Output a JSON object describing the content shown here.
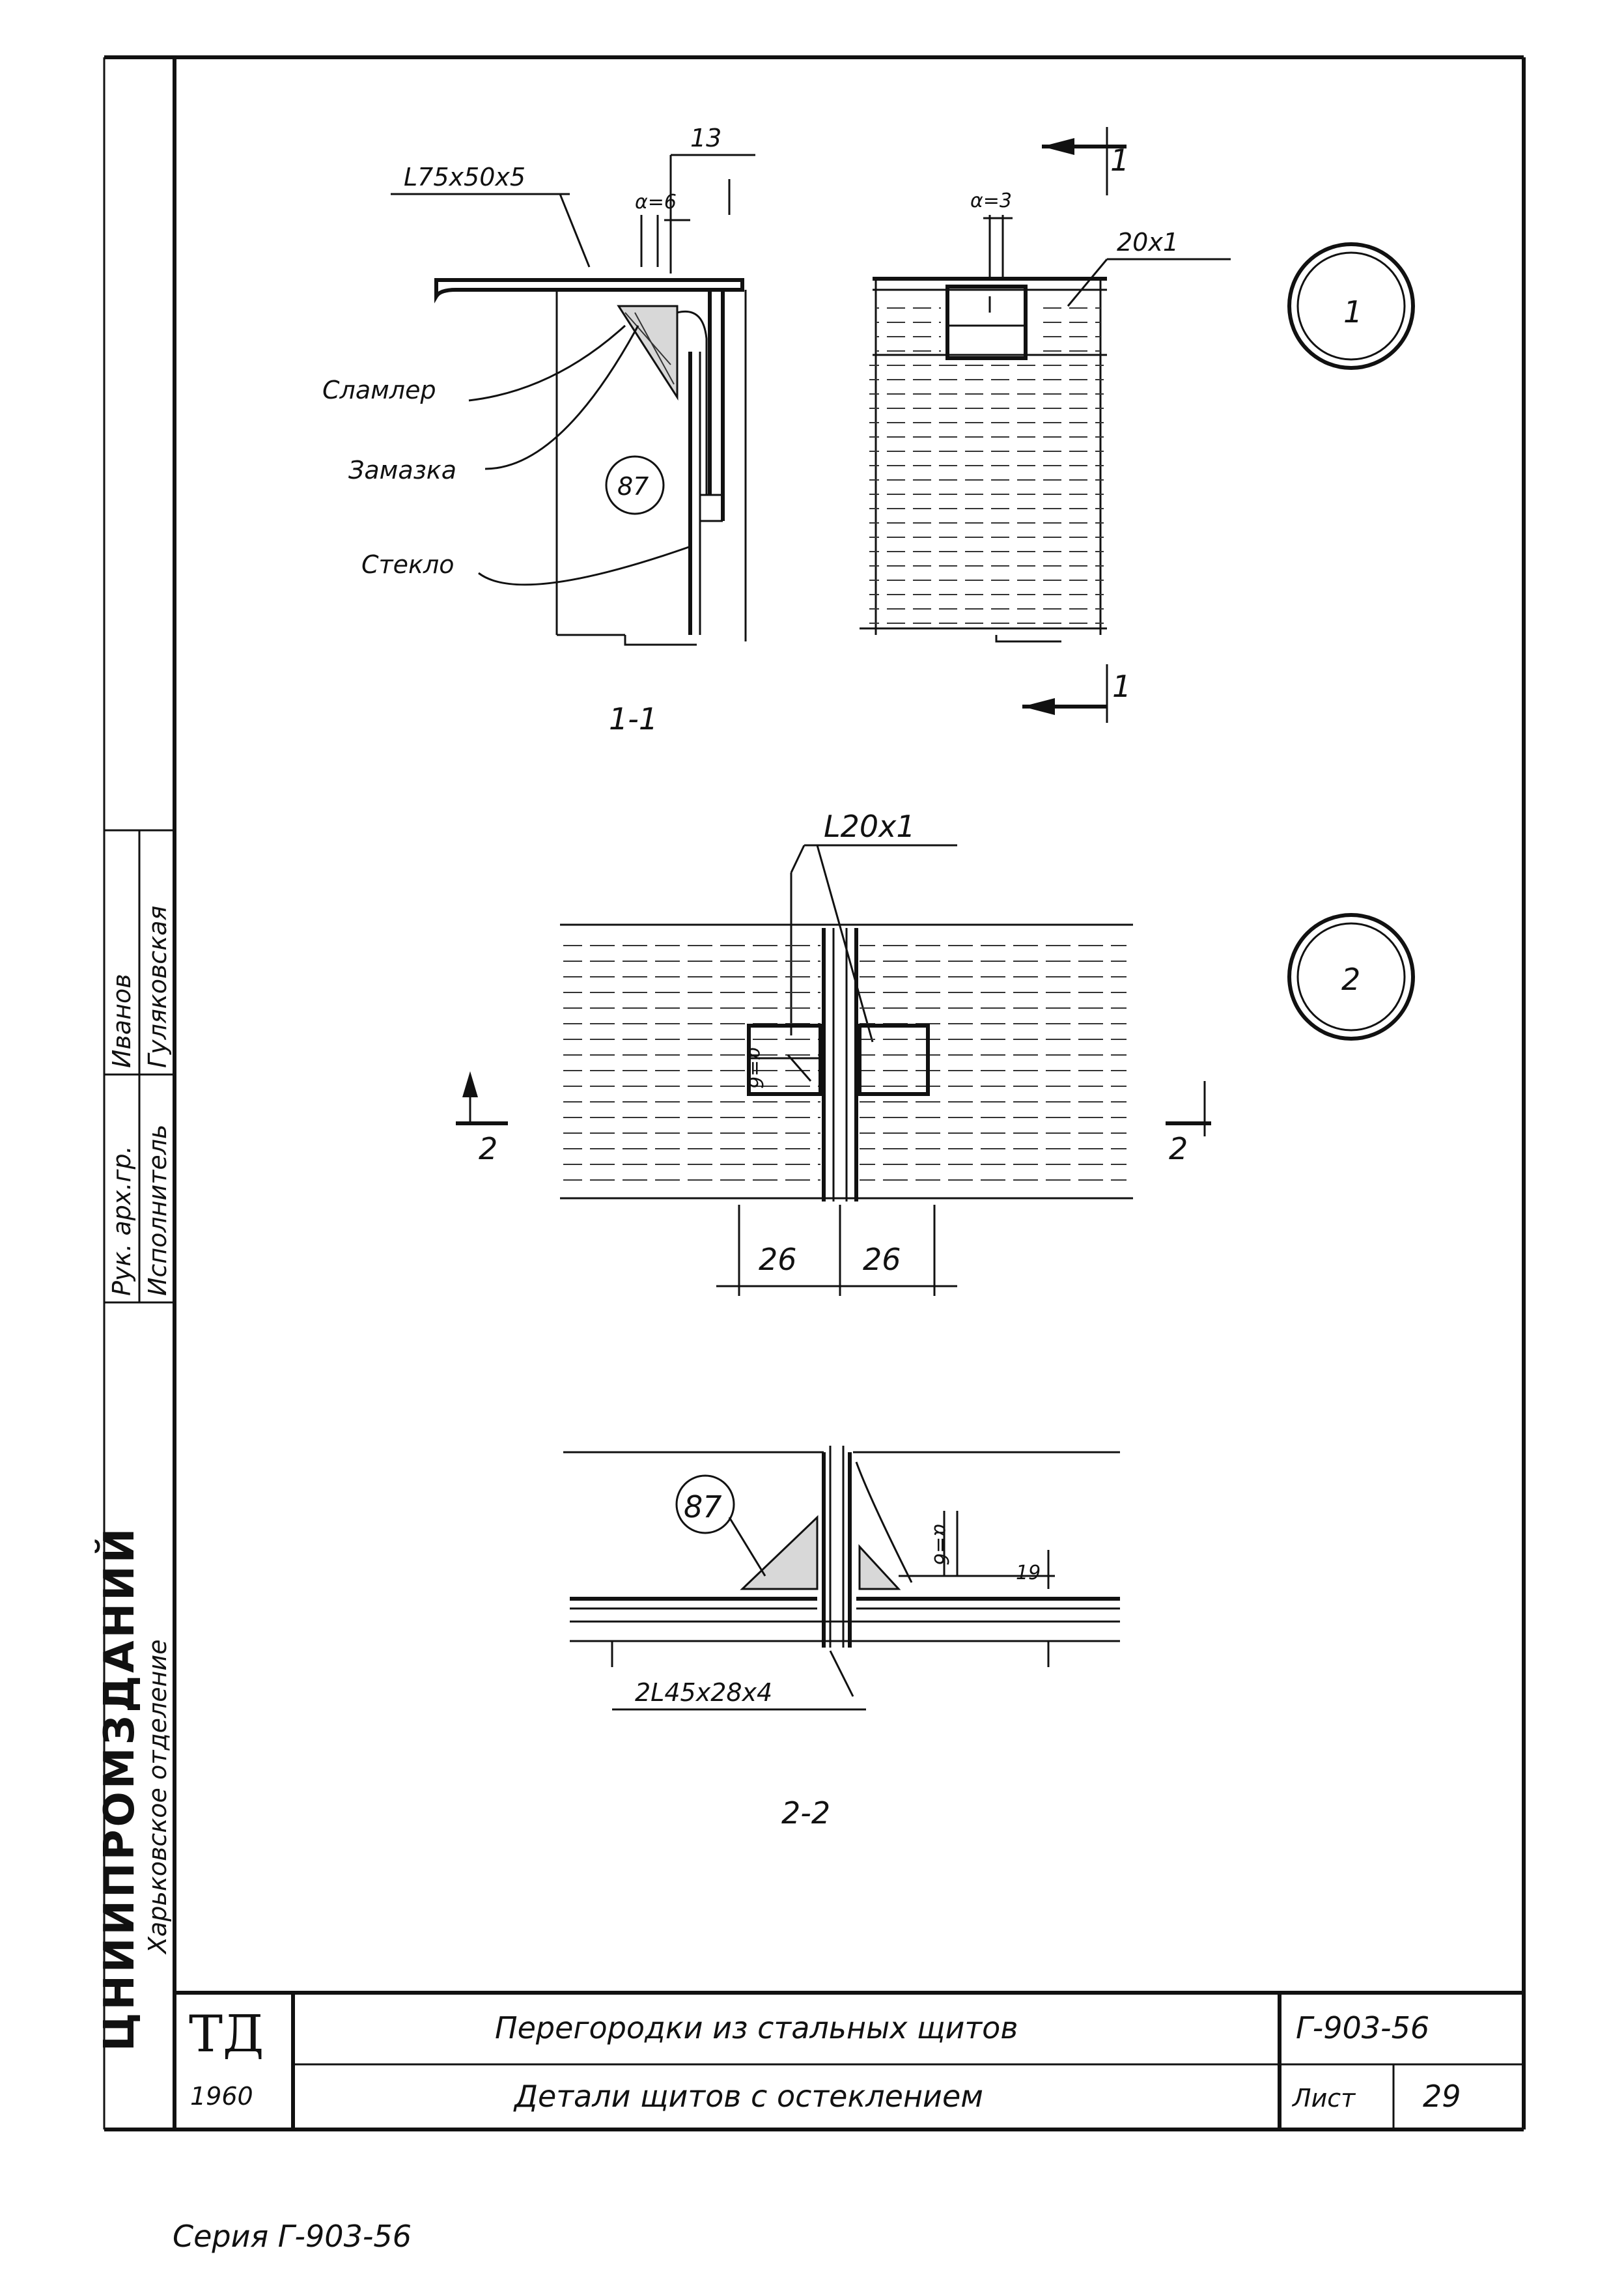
{
  "section_1": {
    "angle_label": "L75x50x5",
    "width_label": "13",
    "thickness_label": "α=6",
    "mastic_label": "Сламлер",
    "putty_label": "Замазка",
    "glass_label": "Стекло",
    "detail_ref": "87",
    "section_title": "1-1",
    "cut_mark_top": "1",
    "cut_mark_bottom": "1",
    "elev_thickness_label": "α=3",
    "elev_angle_label": "20x1",
    "detail_number": "1"
  },
  "section_2": {
    "angle_label": "L20x1",
    "thickness_label": "α=6",
    "dim_left": "26",
    "dim_right": "26",
    "cut_mark_left": "2",
    "cut_mark_right": "2",
    "detail_number": "2",
    "detail_ref": "87",
    "sect_thickness_label": "α=6",
    "sect_width_label": "19",
    "double_angle_label": "2L45x28x4",
    "section_title": "2-2"
  },
  "side_stamp": {
    "org_line1": "ЦНИИПРОМЗДАНИЙ",
    "org_line2": "Харьковское отделение",
    "role_head": "Рук. арх.гр.",
    "role_exec": "Исполнитель",
    "name_head": "Иванов",
    "name_exec": "Гуляковская"
  },
  "title_block": {
    "logo": "ТД",
    "year": "1960",
    "title": "Перегородки из стальных щитов",
    "subtitle": "Детали щитов с остеклением",
    "series_code": "Г-903-56",
    "sheet_label": "Лист",
    "sheet_number": "29"
  },
  "footer": {
    "series_note": "Серия Г-903-56"
  }
}
